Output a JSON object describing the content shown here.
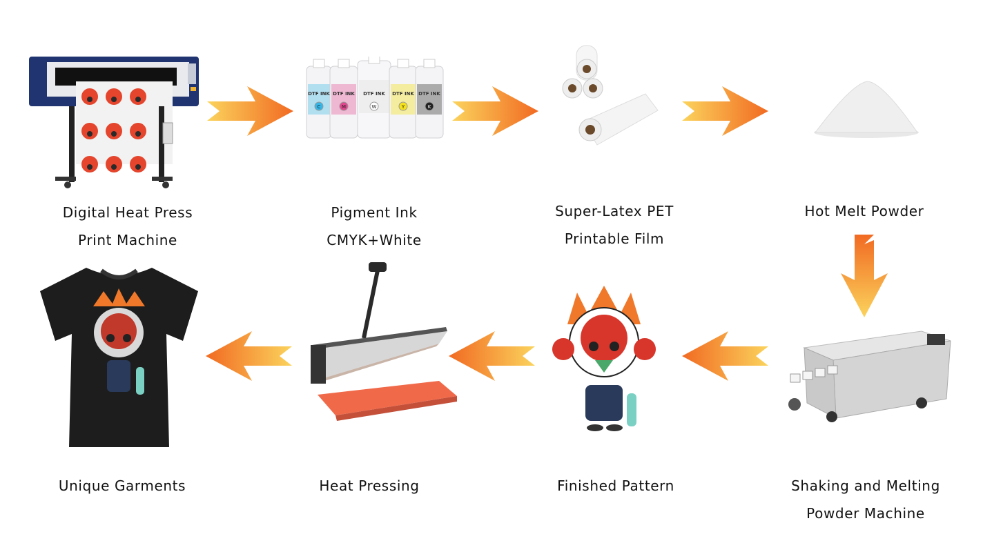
{
  "steps": {
    "printer": {
      "line1": "Digital Heat Press",
      "line2": "Print Machine"
    },
    "ink": {
      "line1": "Pigment Ink",
      "line2": "CMYK+White",
      "bottle_label": "DTF INK",
      "bottle_letters": [
        "C",
        "M",
        "W",
        "Y",
        "K"
      ]
    },
    "film": {
      "line1": "Super-Latex PET",
      "line2": "Printable Film"
    },
    "powder": {
      "line1": "Hot Melt Powder"
    },
    "shaker": {
      "line1": "Shaking and Melting",
      "line2": "Powder Machine"
    },
    "pattern": {
      "line1": "Finished Pattern"
    },
    "press": {
      "line1": "Heat Pressing"
    },
    "garment": {
      "line1": "Unique Garments"
    }
  },
  "colors": {
    "arrow_light": "#fbd35c",
    "arrow_dark": "#f16a22",
    "ink": [
      "#35b6e6",
      "#e2458f",
      "#ffffff",
      "#f5e21c",
      "#222222"
    ]
  }
}
